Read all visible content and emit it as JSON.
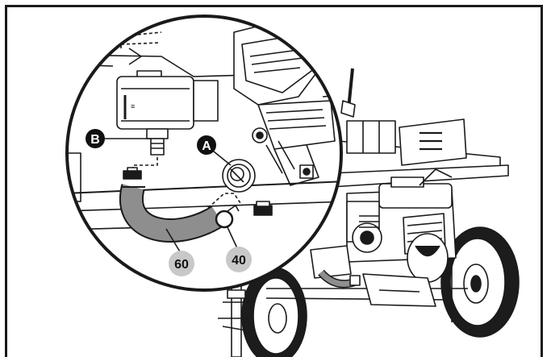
{
  "callouts": {
    "a": "A",
    "b": "B",
    "part_60": "60",
    "part_40": "40"
  },
  "colors": {
    "line": "#1a1a1a",
    "hose_fill": "#8e8e8e",
    "badge_dark": "#111111",
    "badge_light": "#c8c8c8",
    "tire": "#1c1c1c"
  },
  "icons": {
    "vent_symbol": "three-bar-grille-icon"
  }
}
